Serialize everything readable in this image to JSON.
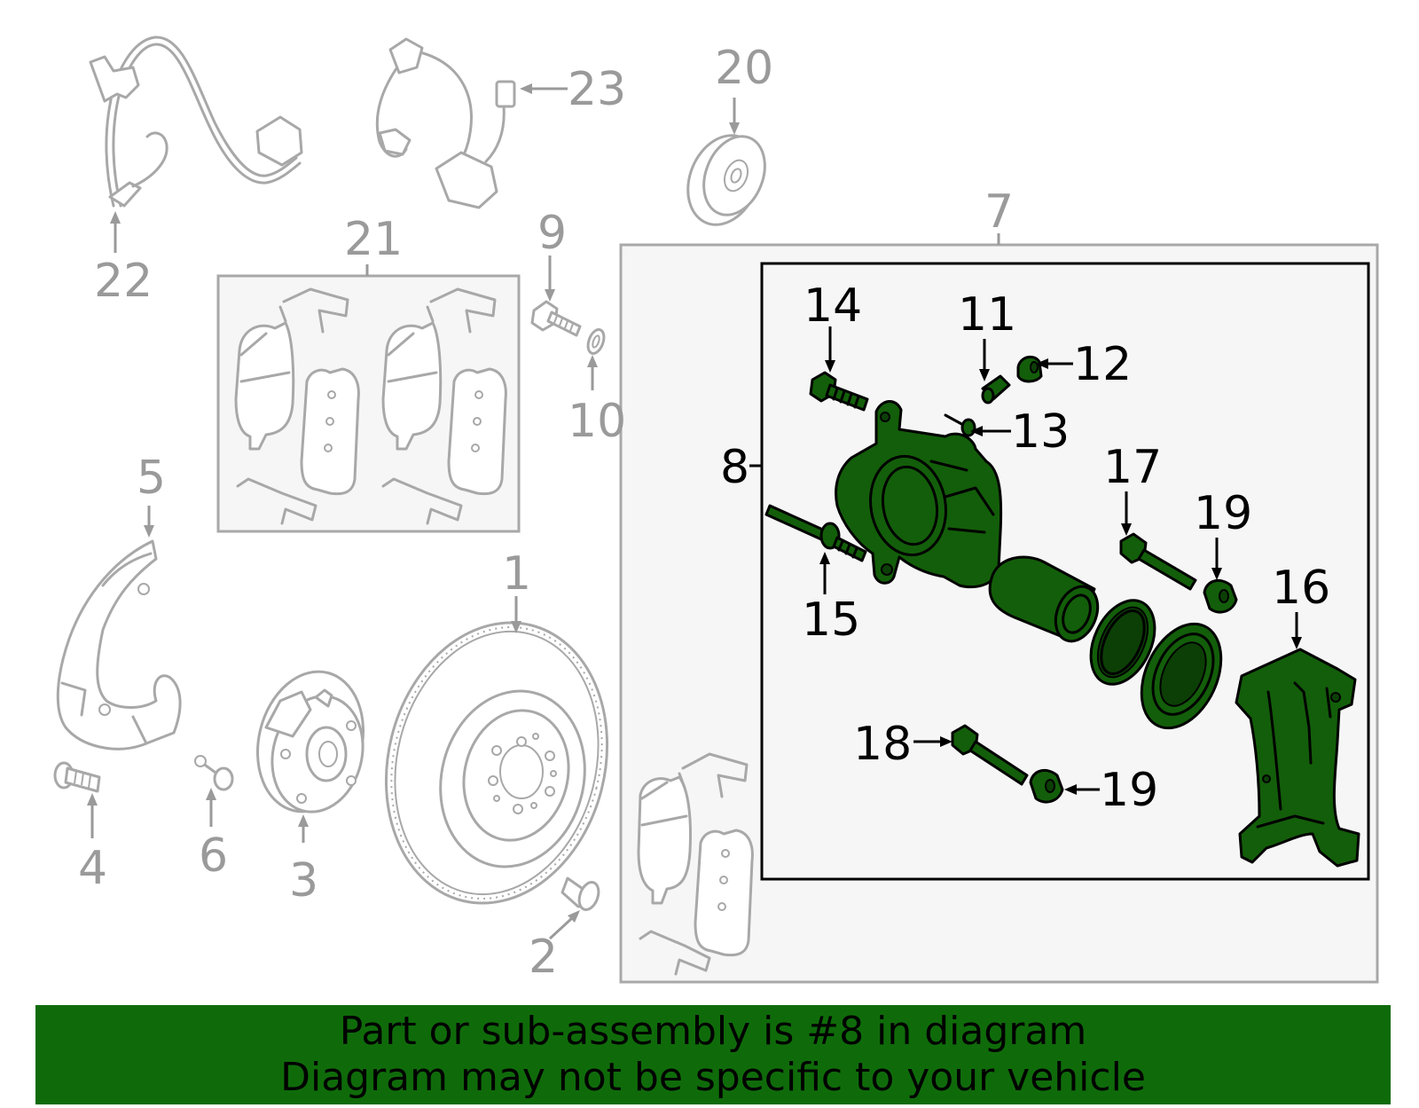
{
  "callouts": {
    "c1": "1",
    "c2": "2",
    "c3": "3",
    "c4": "4",
    "c5": "5",
    "c6": "6",
    "c7": "7",
    "c8": "8",
    "c9": "9",
    "c10": "10",
    "c11": "11",
    "c12": "12",
    "c13": "13",
    "c14": "14",
    "c15": "15",
    "c16": "16",
    "c17": "17",
    "c18": "18",
    "c19a": "19",
    "c19b": "19",
    "c20": "20",
    "c21": "21",
    "c22": "22",
    "c23": "23"
  },
  "highlight_color": "#135e0a",
  "banner": {
    "line1": "Part or sub-assembly is #8 in diagram",
    "line2": "Diagram may not be specific to your vehicle",
    "background": "#0f6b0a"
  }
}
